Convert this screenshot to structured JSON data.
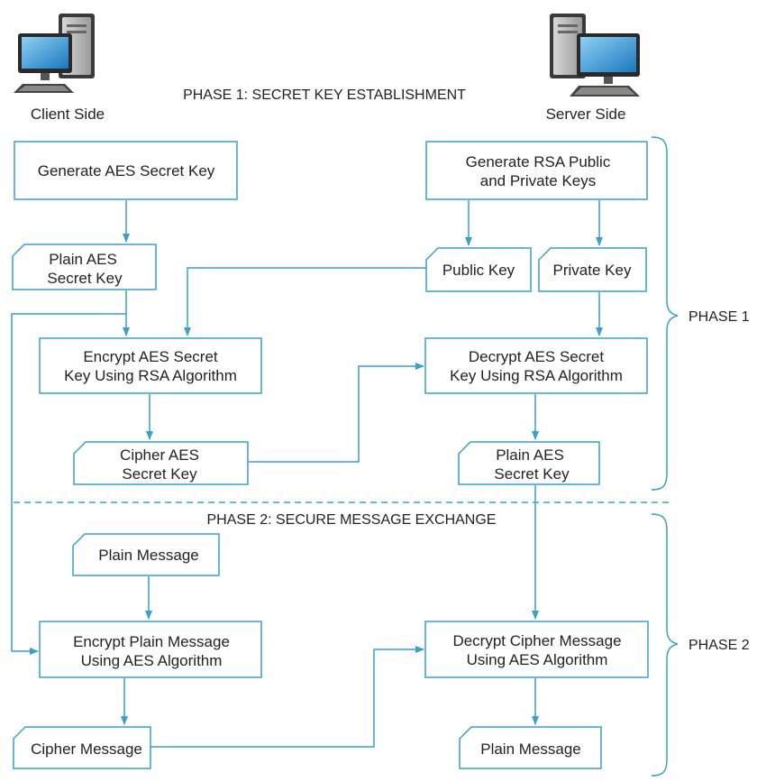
{
  "header": {
    "phase1_title": "PHASE 1: SECRET KEY ESTABLISHMENT",
    "client_label": "Client Side",
    "server_label": "Server Side"
  },
  "phase2_title": "PHASE 2: SECURE MESSAGE EXCHANGE",
  "brackets": {
    "phase1": "PHASE 1",
    "phase2": "PHASE 2"
  },
  "nodes": {
    "gen_aes": [
      "Generate AES Secret Key"
    ],
    "gen_rsa": [
      "Generate RSA Public",
      "and Private Keys"
    ],
    "plain_aes_client": [
      "Plain AES",
      "Secret Key"
    ],
    "public_key": [
      "Public Key"
    ],
    "private_key": [
      "Private Key"
    ],
    "encrypt_aes": [
      "Encrypt AES Secret",
      "Key Using RSA Algorithm"
    ],
    "decrypt_aes": [
      "Decrypt AES Secret",
      "Key Using RSA Algorithm"
    ],
    "cipher_aes": [
      "Cipher AES",
      "Secret Key"
    ],
    "plain_aes_server": [
      "Plain AES",
      "Secret Key"
    ],
    "plain_msg_client": [
      "Plain Message"
    ],
    "encrypt_msg": [
      "Encrypt Plain Message",
      "Using AES Algorithm"
    ],
    "decrypt_msg": [
      "Decrypt Cipher Message",
      "Using AES Algorithm"
    ],
    "cipher_msg": [
      "Cipher Message"
    ],
    "plain_msg_server": [
      "Plain Message"
    ]
  },
  "colors": {
    "line": "#3a9fc9",
    "text": "#222222",
    "divider": "#3a9fc9"
  },
  "icons": {
    "client": "desktop-computer-icon",
    "server": "desktop-computer-icon"
  }
}
